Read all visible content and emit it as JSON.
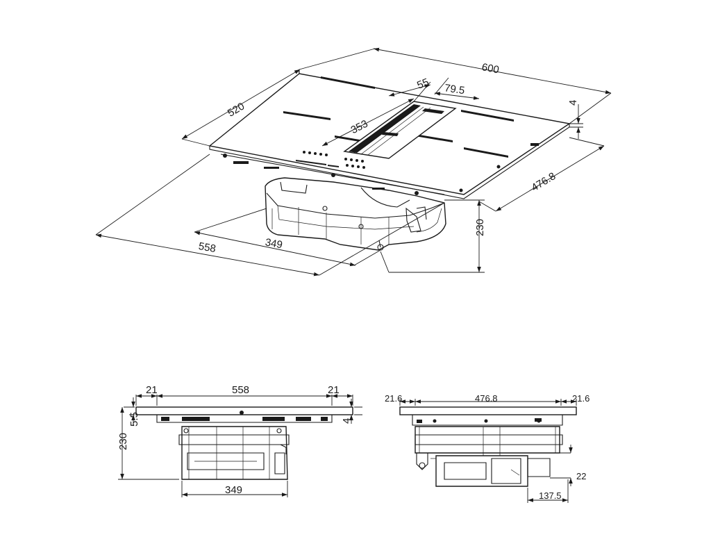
{
  "dimensions": {
    "iso_width": "600",
    "iso_depth": "520",
    "iso_vent_offset": "55",
    "iso_vent_width": "79.5",
    "iso_zone_width": "353",
    "iso_thickness": "4",
    "iso_cutout_depth": "476.8",
    "iso_cutout_width": "558",
    "iso_body_width": "349",
    "iso_height": "230",
    "front_left_margin": "21",
    "front_cutout_width": "558",
    "front_right_margin": "21",
    "front_glass_height": "5.5",
    "front_glass_thickness": "4",
    "front_total_height": "230",
    "front_body_width": "349",
    "side_left_margin": "21.6",
    "side_cutout_depth": "476.8",
    "side_right_margin": "21.6",
    "side_drop": "22",
    "side_offset": "137.5"
  }
}
